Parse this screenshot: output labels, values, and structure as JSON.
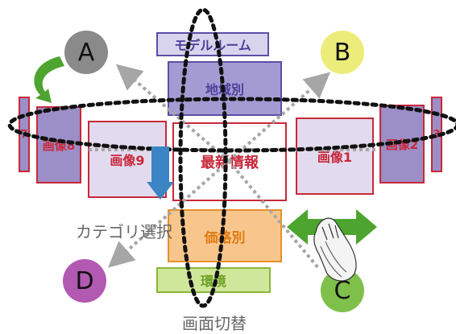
{
  "colors": {
    "panel_red_border": "#c8283a",
    "panel_light_fill": "#e2dbef",
    "panel_dark_fill": "#9c8ec6",
    "purple_fill": "#a59bd3",
    "purple_border": "#5b4fa6",
    "purple_text": "#4e3f9a",
    "orange_fill": "#f8c68d",
    "orange_border": "#e5912a",
    "orange_text": "#e07b12",
    "green_fill": "#cfe79a",
    "green_border": "#8ab63a",
    "green_text": "#6c9f22",
    "arrow_green": "#4da42e",
    "arrow_blue": "#3c85c4",
    "arrow_gray": "#a6a6a6",
    "dotted_black": "#111111"
  },
  "boxes": {
    "model_room": "モデルルーム",
    "by_region": "地域別",
    "by_price": "価格別",
    "environment": "環境",
    "latest_info": "最新情報",
    "image_1": "画像1",
    "image_2": "画像2",
    "image_8": "画像8",
    "image_9": "画像9",
    "num_7": "7",
    "num_3": "3"
  },
  "circles": {
    "a": "A",
    "b": "B",
    "c": "C",
    "d": "D"
  },
  "labels": {
    "category_select": "カテゴリ選択",
    "screen_switch": "画面切替"
  },
  "icons": {
    "hand": "pointing-hand-icon"
  }
}
